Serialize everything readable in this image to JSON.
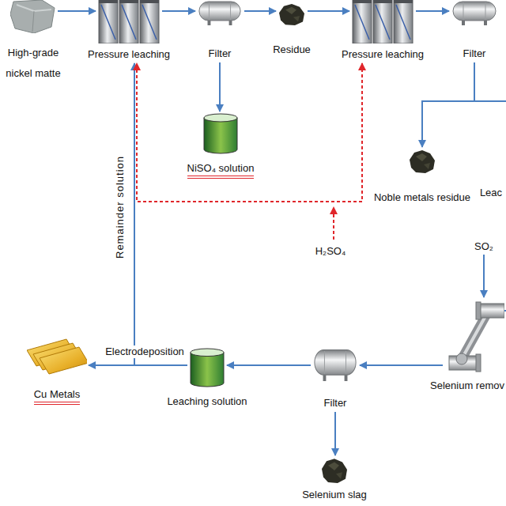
{
  "diagram": {
    "nodes": [
      {
        "text": [
          "High-grade nickel matte"
        ]
      },
      {
        "text": [
          "Pressure leaching"
        ]
      },
      {
        "text": [
          "Filter"
        ]
      },
      {
        "text": [
          "Residue"
        ]
      },
      {
        "text": [
          "Pressure leaching"
        ]
      },
      {
        "text": [
          "Filter"
        ]
      },
      {
        "text": [
          "NiSO₄ solution"
        ]
      },
      {
        "text": [
          "Noble metals residue"
        ]
      },
      {
        "text": [
          "Selenium remov"
        ]
      },
      {
        "text": [
          "Filter"
        ]
      },
      {
        "text": [
          "Leaching solution"
        ]
      },
      {
        "text": [
          "Cu Metals"
        ]
      },
      {
        "text": [
          "Selenium slag"
        ]
      }
    ],
    "edges": [
      {
        "from": 0,
        "to": 1,
        "arrow": "to"
      },
      {
        "from": 1,
        "to": 2,
        "arrow": "to"
      },
      {
        "from": 2,
        "to": 3,
        "arrow": "to"
      },
      {
        "from": 3,
        "to": 4,
        "arrow": "to"
      },
      {
        "from": 4,
        "to": 5,
        "arrow": "to"
      },
      {
        "from": 2,
        "to": 6,
        "arrow": "to"
      },
      {
        "from": 5,
        "to": 7,
        "arrow": "to"
      },
      {
        "from": 8,
        "to": 9,
        "arrow": "to"
      },
      {
        "from": 9,
        "to": 10,
        "arrow": "to"
      },
      {
        "from": 9,
        "to": 12,
        "arrow": "to"
      },
      {
        "from": 10,
        "to": 11,
        "label": "Electrodeposition",
        "arrow": "to"
      },
      {
        "from": 10,
        "to": 1,
        "arrow": "to"
      },
      {
        "from": 4,
        "to": 1,
        "arrow": "both"
      }
    ],
    "labels": [
      "Remainder solution",
      "H₂SO₄",
      "SO₂",
      "Leac"
    ]
  }
}
